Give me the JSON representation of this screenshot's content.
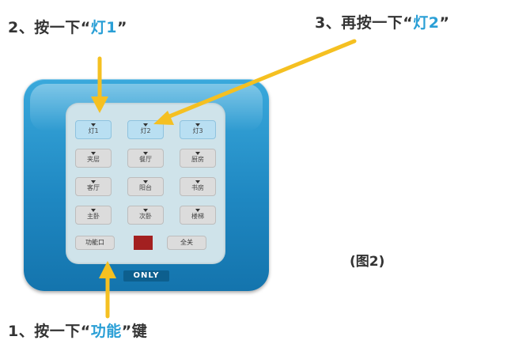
{
  "captions": {
    "step2_prefix": "2、按一下“",
    "step2_key": "灯1",
    "step2_suffix": "”",
    "step3_prefix": "3、再按一下“",
    "step3_key": "灯2",
    "step3_suffix": "”",
    "step1_prefix": "1、按一下“",
    "step1_key": "功能",
    "step1_suffix": "”键",
    "figure_label": "(图2)"
  },
  "panel": {
    "keys": [
      "灯1",
      "灯2",
      "灯3",
      "夹层",
      "餐厅",
      "厨房",
      "客厅",
      "阳台",
      "书房",
      "主卧",
      "次卧",
      "楼梯"
    ],
    "function_key": "功能口",
    "all_off_key": "全关",
    "brand": "ONLY"
  },
  "colors": {
    "highlight": "#2a9fd6",
    "arrow": "#f5c021",
    "device": "#2592cc",
    "indicator": "#a32020"
  }
}
